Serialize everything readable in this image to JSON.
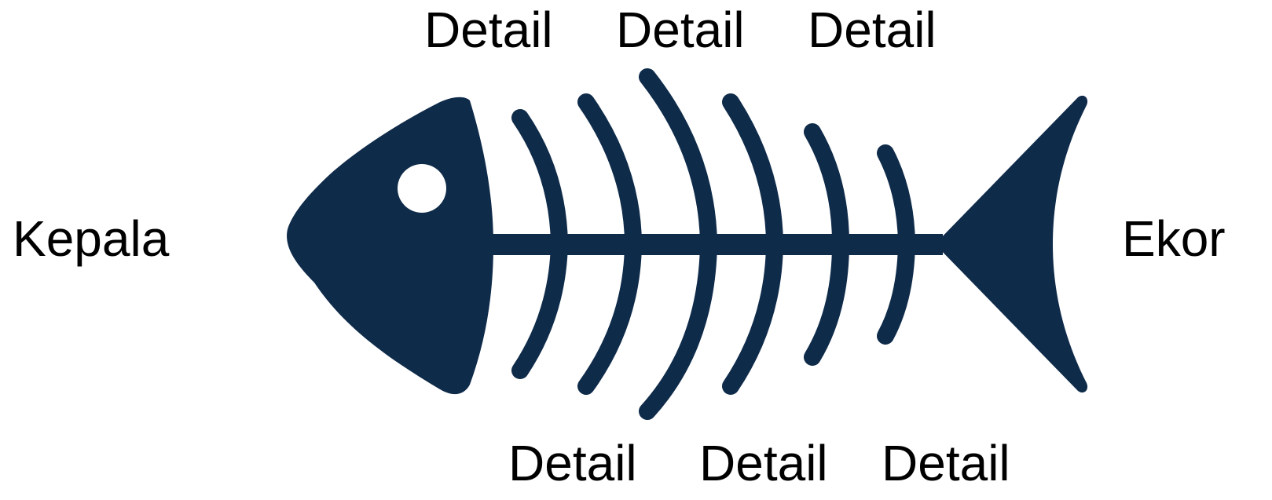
{
  "diagram": {
    "head_label": "Kepala",
    "tail_label": "Ekor",
    "top_details": [
      "Detail",
      "Detail",
      "Detail"
    ],
    "bottom_details": [
      "Detail",
      "Detail",
      "Detail"
    ],
    "colors": {
      "fish": "#0f2b4a",
      "eye": "#ffffff",
      "text": "#000000",
      "background": "#ffffff"
    }
  }
}
